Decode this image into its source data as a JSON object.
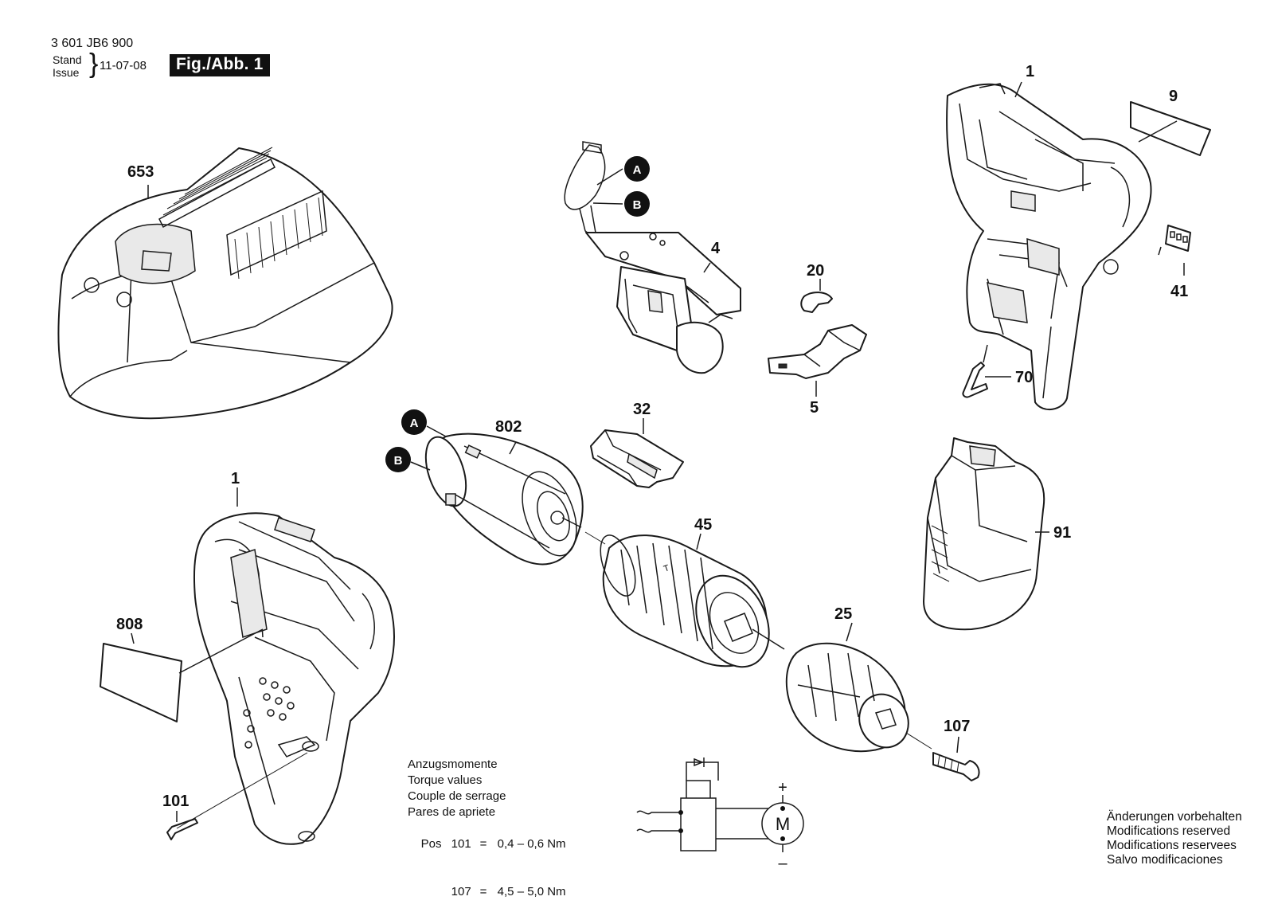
{
  "header": {
    "doc_number": "3 601 JB6 900",
    "stand_label": "Stand",
    "issue_label": "Issue",
    "date": "11-07-08",
    "figure": "Fig./Abb. 1"
  },
  "parts": [
    {
      "id": "653",
      "label": "653"
    },
    {
      "id": "4",
      "label": "4"
    },
    {
      "id": "1-top",
      "label": "1"
    },
    {
      "id": "9",
      "label": "9"
    },
    {
      "id": "41",
      "label": "41"
    },
    {
      "id": "20",
      "label": "20"
    },
    {
      "id": "5",
      "label": "5"
    },
    {
      "id": "70",
      "label": "70"
    },
    {
      "id": "802",
      "label": "802"
    },
    {
      "id": "32",
      "label": "32"
    },
    {
      "id": "1-bottom",
      "label": "1"
    },
    {
      "id": "45",
      "label": "45"
    },
    {
      "id": "91",
      "label": "91"
    },
    {
      "id": "808",
      "label": "808"
    },
    {
      "id": "25",
      "label": "25"
    },
    {
      "id": "107",
      "label": "107"
    },
    {
      "id": "101",
      "label": "101"
    }
  ],
  "connectors": {
    "a": "A",
    "b": "B"
  },
  "torque": {
    "title_de": "Anzugsmomente",
    "title_en": "Torque values",
    "title_fr": "Couple de serrage",
    "title_es": "Pares de apriete",
    "pos_label": "Pos",
    "rows": [
      {
        "pos": "101",
        "eq": "=",
        "value": "0,4 – 0,6 Nm"
      },
      {
        "pos": "107",
        "eq": "=",
        "value": "4,5 – 5,0 Nm"
      }
    ]
  },
  "schematic": {
    "motor": "M",
    "plus": "+",
    "minus": "–"
  },
  "modifications": [
    "Änderungen vorbehalten",
    "Modifications reserved",
    "Modifications reservees",
    "Salvo modificaciones"
  ]
}
